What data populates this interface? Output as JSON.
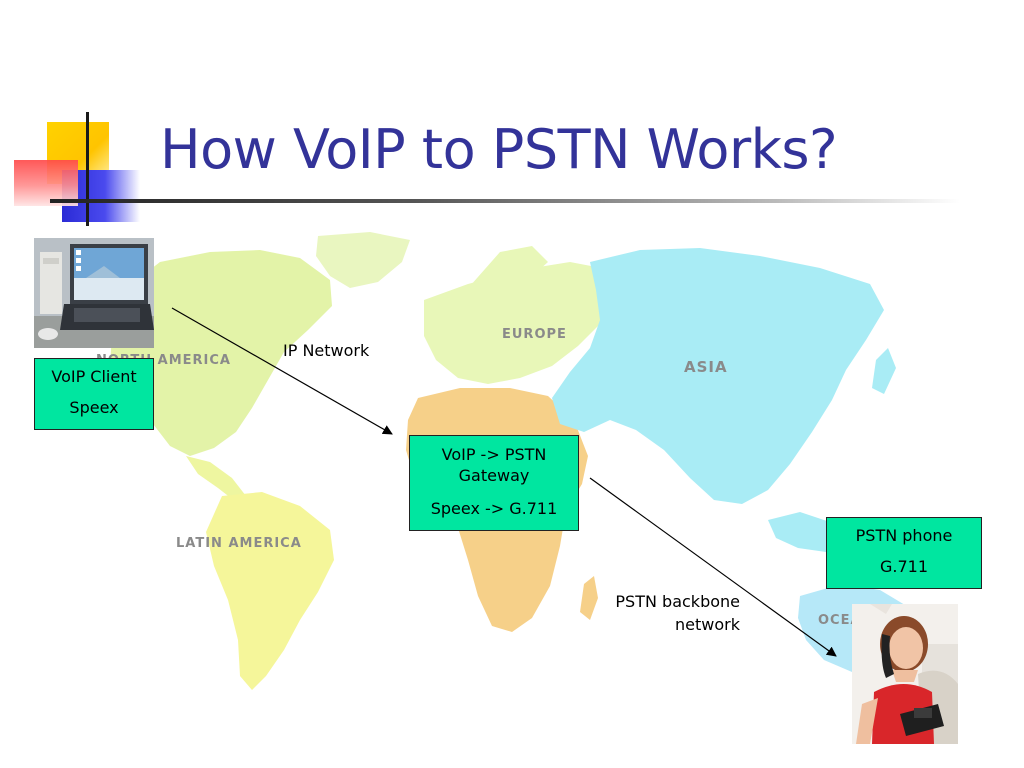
{
  "title": "How VoIP to PSTN Works?",
  "map": {
    "regions": {
      "north_america": "NORTH AMERICA",
      "europe": "EUROPE",
      "asia": "ASIA",
      "latin_america": "LATIN AMERICA",
      "oceania": "OCEANIA"
    },
    "colors": {
      "north_america": "#e3f3a8",
      "latin_america": "#f5f69a",
      "europe": "#e8f7b8",
      "africa": "#f6d089",
      "asia": "#a9ecf5",
      "oceania": "#b6e8f8"
    }
  },
  "boxes": {
    "client": {
      "line1": "VoIP Client",
      "line2": "Speex"
    },
    "gateway": {
      "line1": "VoIP -> PSTN",
      "line2": "Gateway",
      "line3": "Speex -> G.711"
    },
    "phone": {
      "line1": "PSTN phone",
      "line2": "G.711"
    }
  },
  "links": {
    "ip_network": "IP Network",
    "pstn_backbone_line1": "PSTN backbone",
    "pstn_backbone_line2": "network"
  },
  "colors": {
    "title": "#333399",
    "box_fill": "#00e6a0",
    "deco_yellow": "#ffd200",
    "deco_blue": "#2b2bd6",
    "deco_red": "#ff4a4a"
  }
}
